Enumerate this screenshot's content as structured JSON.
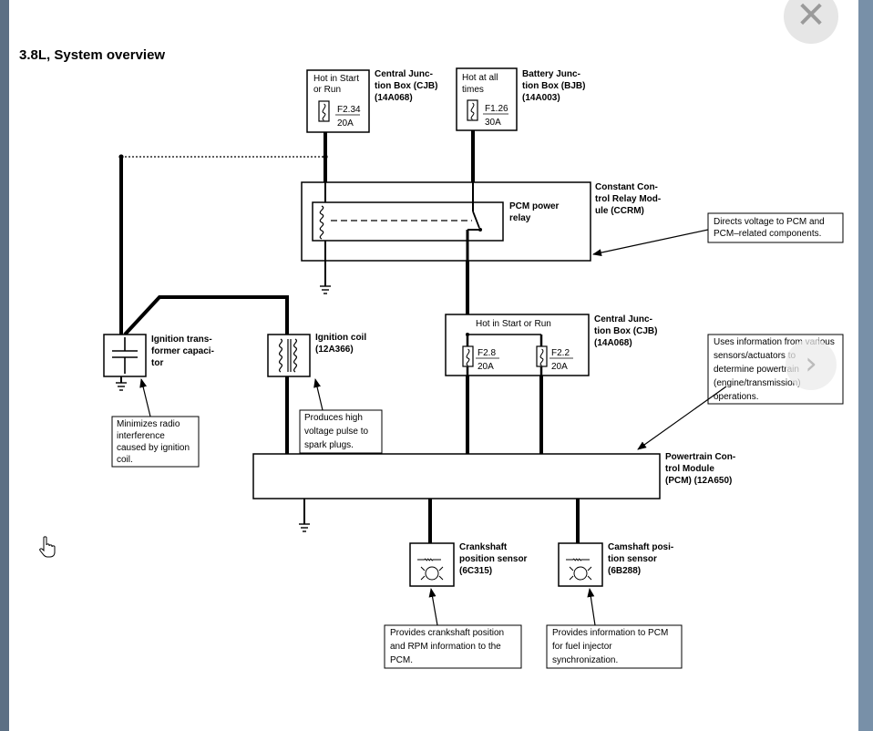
{
  "title": "3.8L, System overview",
  "components": {
    "cjb_top": {
      "box_text": [
        "Hot in Start",
        "or Run"
      ],
      "fuse": "F2.34",
      "amps": "20A",
      "name": [
        "Central Junc-",
        "tion Box (CJB)",
        "(14A068)"
      ]
    },
    "bjb": {
      "box_text": [
        "Hot at all",
        "times"
      ],
      "fuse": "F1.26",
      "amps": "30A",
      "name": [
        "Battery Junc-",
        "tion Box (BJB)",
        "(14A003)"
      ]
    },
    "ccrm": {
      "name": [
        "Constant Con-",
        "trol Relay Mod-",
        "ule (CCRM)"
      ],
      "relay": [
        "PCM power",
        "relay"
      ]
    },
    "cjb_mid": {
      "box_text": "Hot in Start or Run",
      "fuse1": "F2.8",
      "amps1": "20A",
      "fuse2": "F2.2",
      "amps2": "20A",
      "name": [
        "Central Junc-",
        "tion Box (CJB)",
        "(14A068)"
      ]
    },
    "ign_cap": {
      "name": [
        "Ignition trans-",
        "former capaci-",
        "tor"
      ]
    },
    "ign_coil": {
      "name": [
        "Ignition coil",
        "(12A366)"
      ]
    },
    "pcm": {
      "name": [
        "Powertrain Con-",
        "trol Module",
        "(PCM) (12A650)"
      ]
    },
    "ckp": {
      "name": [
        "Crankshaft",
        "position sensor",
        "(6C315)"
      ]
    },
    "cmp": {
      "name": [
        "Camshaft posi-",
        "tion sensor",
        "(6B288)"
      ]
    }
  },
  "notes": {
    "ccrm": [
      "Directs voltage to PCM and",
      "PCM–related components."
    ],
    "pcm": [
      "Uses information from various",
      "sensors/actuators to",
      "determine powertrain",
      "(engine/transmission)",
      "operations."
    ],
    "ign_cap": [
      "Minimizes radio",
      "interference",
      "caused by ignition",
      "coil."
    ],
    "ign_coil": [
      "Produces high",
      "voltage pulse to",
      "spark plugs."
    ],
    "ckp": [
      "Provides crankshaft position",
      "and RPM information to the",
      "PCM."
    ],
    "cmp": [
      "Provides information to PCM",
      "for fuel injector",
      "synchronization."
    ]
  },
  "controls": {
    "close": "✕",
    "next": "›"
  }
}
